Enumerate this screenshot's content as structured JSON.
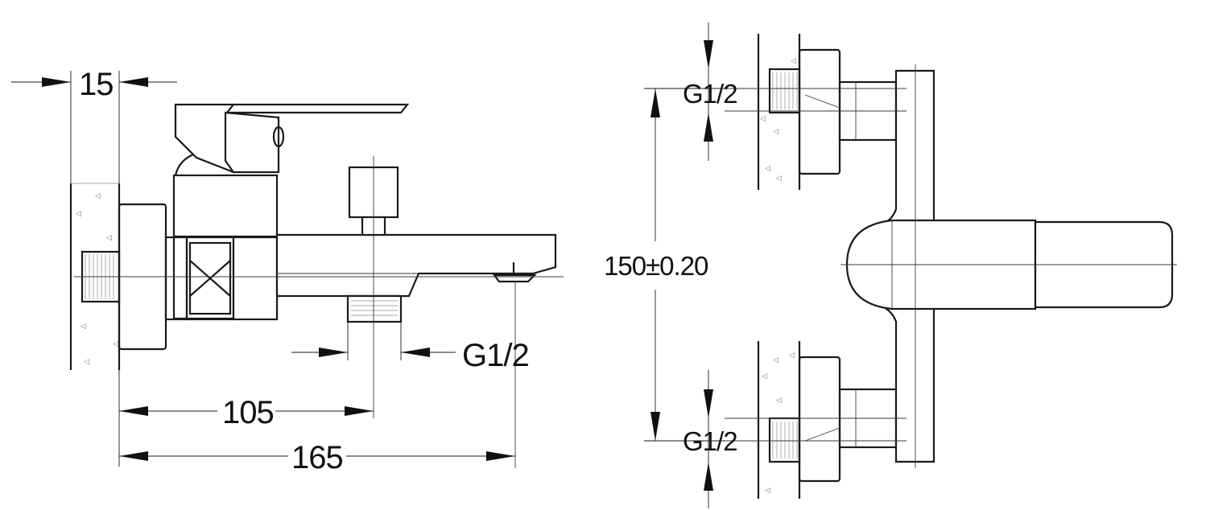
{
  "side_view": {
    "dimensions": {
      "wall_offset": "15",
      "outlet_distance": "105",
      "total_depth": "165",
      "outlet_thread": "G1/2"
    }
  },
  "front_view": {
    "dimensions": {
      "inlet_thread_top": "G1/2",
      "inlet_thread_bottom": "G1/2",
      "center_distance": "150±0.20"
    }
  }
}
